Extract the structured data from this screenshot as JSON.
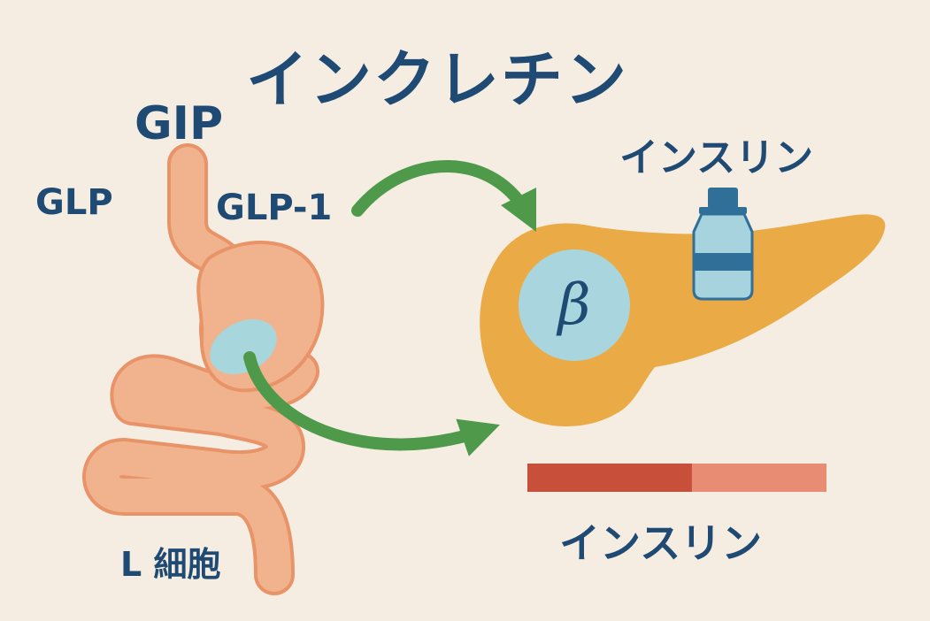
{
  "title": "インクレチン",
  "labels": {
    "gip": "GIP",
    "glp": "GLP",
    "glp1": "GLP-1",
    "insulin_top": "インスリン",
    "insulin_bottom": "インスリン",
    "l_cell": "L 細胞",
    "beta": "β"
  },
  "insulin_bar": {
    "dark_fraction": 0.55
  },
  "colors": {
    "background": "#f5ede2",
    "text": "#1f4a73",
    "gut_fill": "#f1b38d",
    "gut_outline": "#e89368",
    "l_cell": "#a7d6dc",
    "pancreas": "#eaaa45",
    "beta_cell": "#a9d6de",
    "arrow": "#4e9a4a",
    "bar_dark": "#c8503a",
    "bar_light": "#e88d74",
    "vial_glass": "#a7d3de",
    "vial_band": "#2f6f98"
  },
  "icons": [
    "green-arrow-icon",
    "insulin-vial-icon"
  ]
}
